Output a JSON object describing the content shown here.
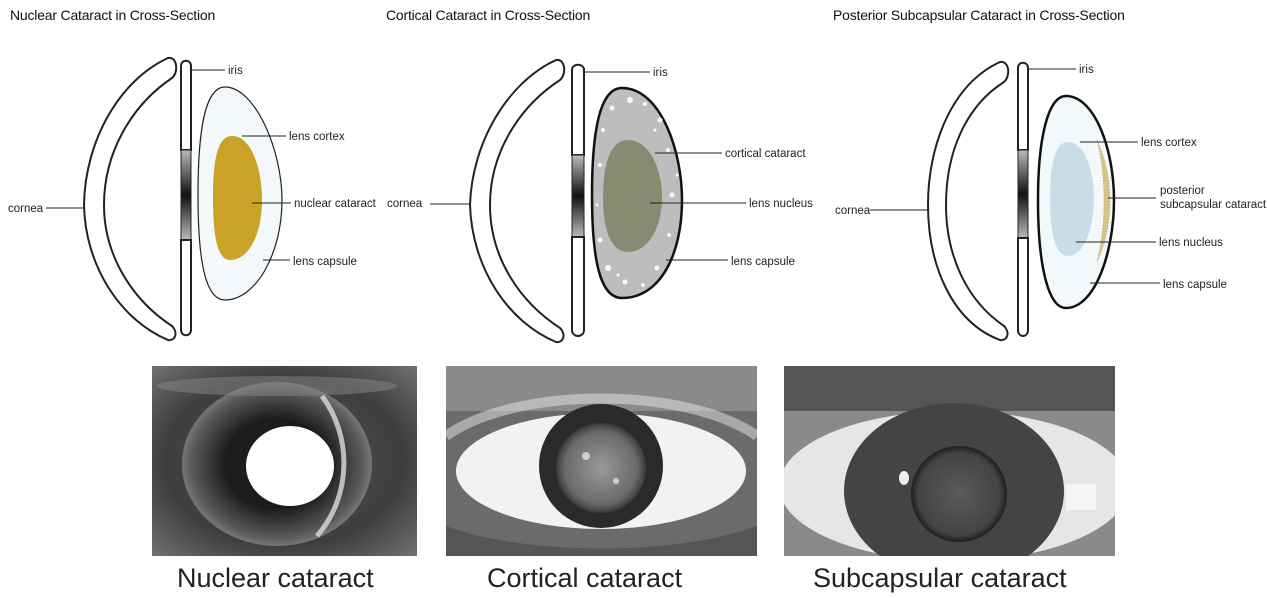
{
  "panels": [
    {
      "title": "Nuclear Cataract in Cross-Section",
      "labels": {
        "iris": "iris",
        "cortex": "lens cortex",
        "cataract": "nuclear cataract",
        "capsule": "lens capsule",
        "cornea": "cornea"
      },
      "colors": {
        "cataract": "#c9a227",
        "lens": "#f3f8fb"
      }
    },
    {
      "title": "Cortical Cataract in Cross-Section",
      "labels": {
        "iris": "iris",
        "cataract": "cortical cataract",
        "nucleus": "lens nucleus",
        "capsule": "lens capsule",
        "cornea": "cornea"
      },
      "colors": {
        "cortex": "#bdbdbd",
        "nucleus": "#858c72"
      }
    },
    {
      "title": "Posterior Subcapsular Cataract in Cross-Section",
      "labels": {
        "iris": "iris",
        "cortex": "lens cortex",
        "cataract_line1": "posterior",
        "cataract_line2": "subcapsular cataract",
        "nucleus": "lens nucleus",
        "capsule": "lens capsule",
        "cornea": "cornea"
      },
      "colors": {
        "nucleus": "#c9dde6",
        "cataract": "#d8c48a",
        "lens": "#f3f8fb"
      }
    }
  ],
  "captions": [
    "Nuclear cataract",
    "Cortical cataract",
    "Subcapsular cataract"
  ]
}
